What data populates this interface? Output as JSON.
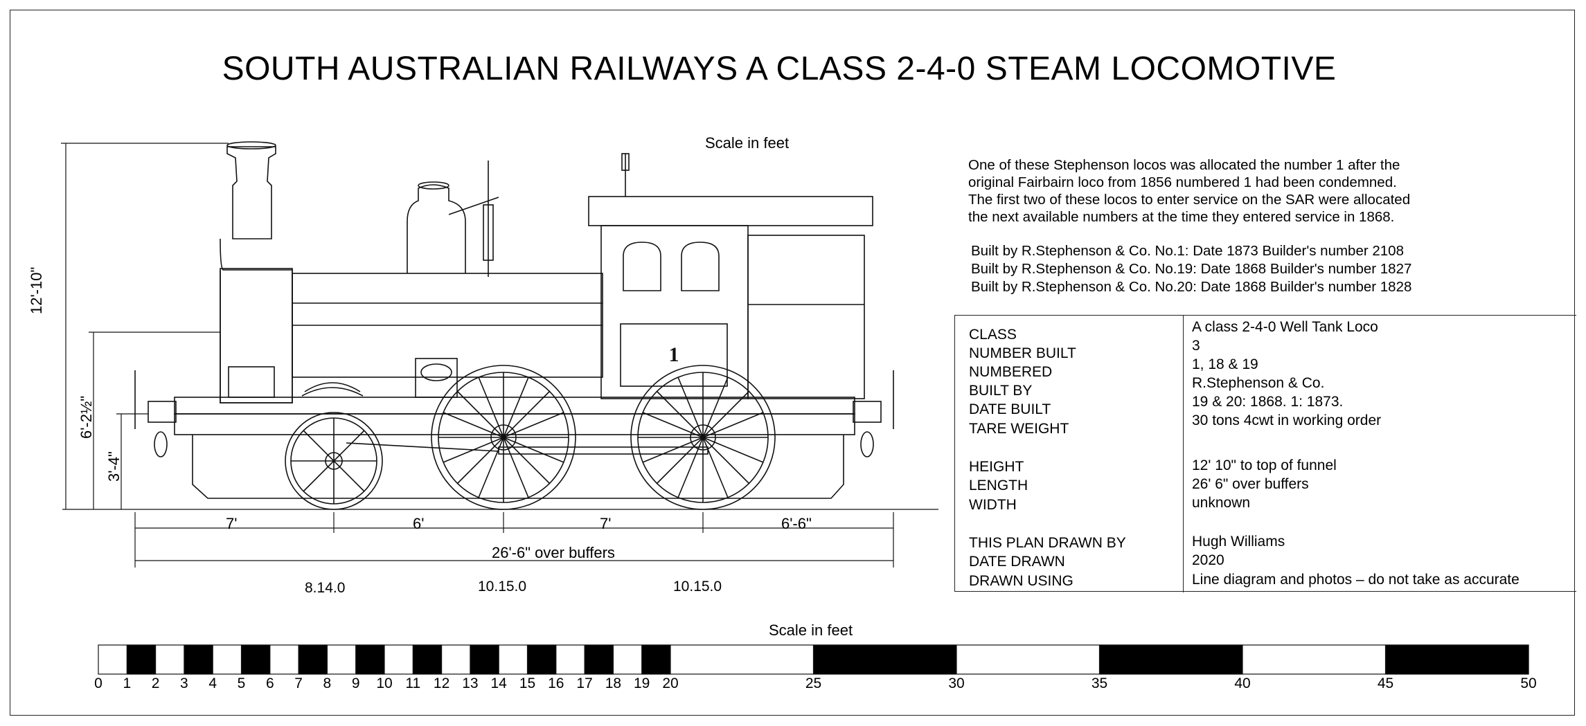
{
  "title": "SOUTH AUSTRALIAN RAILWAYS A CLASS 2-4-0 STEAM LOCOMOTIVE",
  "scale_label_top": "Scale in feet",
  "scale_label_bottom": "Scale in feet",
  "description": [
    "One of these Stephenson locos was allocated the number 1 after the",
    "original Fairbairn loco from 1856 numbered 1 had been condemned.",
    "The first two of these locos to enter service on the SAR were allocated",
    "the next available numbers at the time they entered service in 1868."
  ],
  "built_lines": [
    "Built by R.Stephenson & Co.  No.1:   Date 1873  Builder's number 2108",
    "Built by R.Stephenson & Co.  No.19: Date 1868  Builder's number 1827",
    "Built by R.Stephenson & Co.  No.20: Date 1868  Builder's number 1828"
  ],
  "specs": {
    "class_label": "CLASS",
    "class_value": "A class 2-4-0 Well Tank Loco",
    "number_built_label": "NUMBER BUILT",
    "number_built_value": "3",
    "numbered_label": "NUMBERED",
    "numbered_value": "1, 18 & 19",
    "built_by_label": "BUILT BY",
    "built_by_value": "R.Stephenson & Co.",
    "date_built_label": "DATE BUILT",
    "date_built_value": "19 & 20: 1868.  1: 1873.",
    "tare_weight_label": "TARE WEIGHT",
    "tare_weight_value": "30 tons 4cwt in working order",
    "height_label": "HEIGHT",
    "height_value": "12' 10\" to top of funnel",
    "length_label": "LENGTH",
    "length_value": "26' 6\" over buffers",
    "width_label": "WIDTH",
    "width_value": "unknown",
    "drawn_by_label": "THIS PLAN DRAWN BY",
    "drawn_by_value": "Hugh Williams",
    "date_drawn_label": "DATE DRAWN",
    "date_drawn_value": "2020",
    "drawn_using_label": "DRAWN USING",
    "drawn_using_value": "Line diagram and photos – do not take as accurate"
  },
  "dimensions": {
    "height_total": "12'-10\"",
    "height_boiler": "6'-2½\"",
    "height_buffer": "3'-4\"",
    "spacing_1": "7'",
    "spacing_2": "6'",
    "spacing_3": "7'",
    "spacing_4": "6'-6\"",
    "overall": "26'-6\"   over buffers"
  },
  "wheel_labels": [
    "8.14.0",
    "10.15.0",
    "10.15.0"
  ],
  "loco_number": "1",
  "scale_ticks": [
    "0",
    "1",
    "2",
    "3",
    "4",
    "5",
    "6",
    "7",
    "8",
    "9",
    "10",
    "11",
    "12",
    "13",
    "14",
    "15",
    "16",
    "17",
    "18",
    "19",
    "20",
    "25",
    "30",
    "35",
    "40",
    "45",
    "50"
  ]
}
